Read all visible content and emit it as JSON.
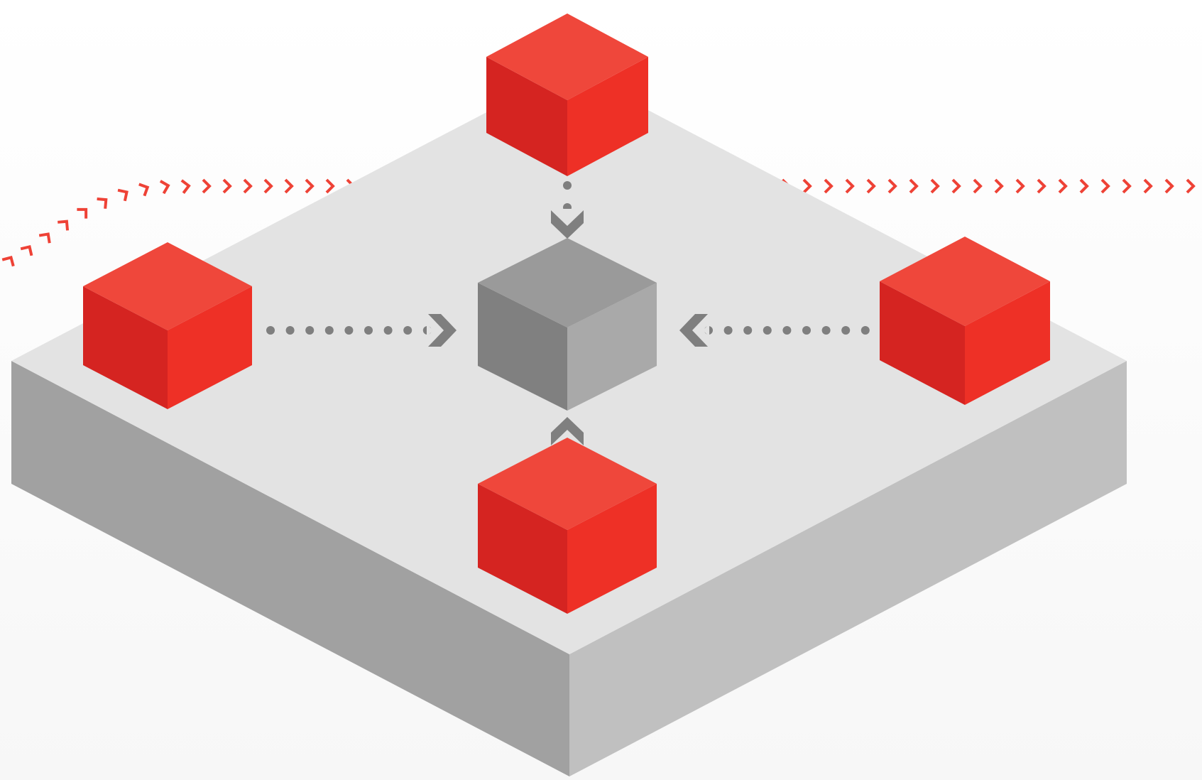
{
  "diagram": {
    "kind": "isometric-hub-and-spoke",
    "platform": {
      "colors": {
        "top": "#e3e3e3",
        "left": "#a1a1a1",
        "right": "#c0c0c0"
      }
    },
    "hub": {
      "name": "central-cube",
      "colors": {
        "top": "#9a9a9a",
        "left": "#808080",
        "right": "#a9a9a9"
      }
    },
    "nodes": [
      {
        "name": "node-top",
        "direction": "down"
      },
      {
        "name": "node-left",
        "direction": "right"
      },
      {
        "name": "node-right",
        "direction": "left"
      },
      {
        "name": "node-bottom",
        "direction": "up"
      }
    ],
    "node_colors": {
      "top": "#ef473b",
      "left": "#d52421",
      "right": "#ee3026"
    },
    "connector_color": "#7f7f7f",
    "chevron_trail_color": "#ee4236",
    "background": "#fbfbfb"
  }
}
